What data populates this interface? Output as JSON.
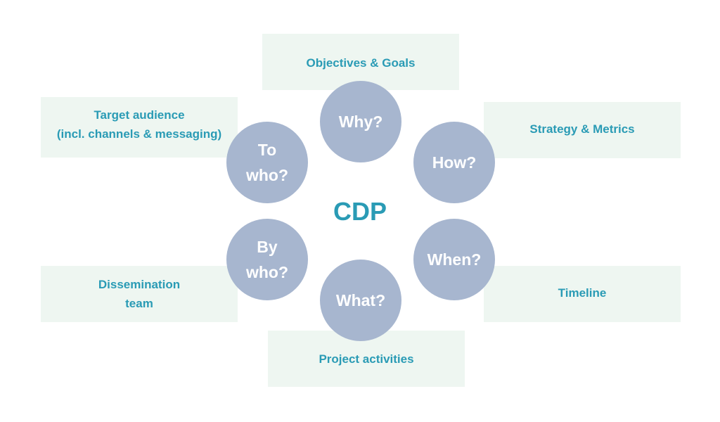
{
  "center": "CDP",
  "questions": {
    "why": "Why?",
    "how": "How?",
    "when": "When?",
    "what": "What?",
    "by_who": "By\nwho?",
    "to_who": "To\nwho?"
  },
  "answers": {
    "objectives": "Objectives & Goals",
    "strategy": "Strategy & Metrics",
    "timeline": "Timeline",
    "activities": "Project activities",
    "team": "Dissemination\nteam",
    "audience": "Target audience\n(incl.  channels & messaging)"
  },
  "colors": {
    "box_fill": "#eef6f1",
    "circle_fill": "#a7b6cf",
    "accent_text": "#2a9bb5",
    "circle_text": "#ffffff"
  }
}
